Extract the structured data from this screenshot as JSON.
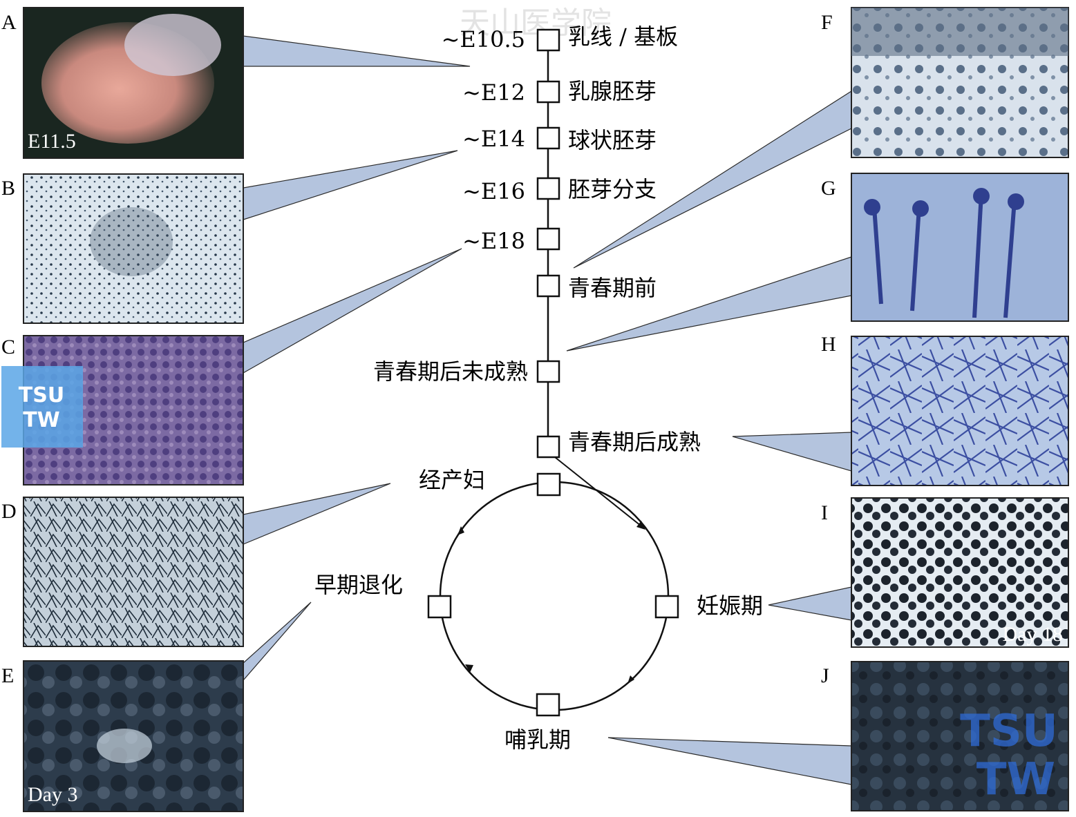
{
  "watermark": "天山医学院",
  "panels": {
    "A": {
      "letter": "A",
      "inset": "E11.5"
    },
    "B": {
      "letter": "B"
    },
    "C": {
      "letter": "C"
    },
    "D": {
      "letter": "D"
    },
    "E": {
      "letter": "E",
      "inset": "Day 3"
    },
    "F": {
      "letter": "F"
    },
    "G": {
      "letter": "G"
    },
    "H": {
      "letter": "H"
    },
    "I": {
      "letter": "I",
      "inset": "Day 18"
    },
    "J": {
      "letter": "J"
    }
  },
  "timeline": [
    {
      "time": "~E10.5",
      "stage": "乳线 / 基板"
    },
    {
      "time": "~E12",
      "stage": "乳腺胚芽"
    },
    {
      "time": "~E14",
      "stage": "球状胚芽"
    },
    {
      "time": "~E16",
      "stage": "胚芽分支"
    },
    {
      "time": "~E18",
      "stage": ""
    },
    {
      "time": "",
      "stage": "青春期前"
    },
    {
      "time": "",
      "stage": "青春期后未成熟"
    },
    {
      "time": "",
      "stage": "青春期后成熟"
    }
  ],
  "cycle": {
    "parous": "经产妇",
    "pregnancy": "妊娠期",
    "lactation": "哺乳期",
    "involution": "早期退化"
  },
  "logo": {
    "line1": "TSU",
    "line2": "TW"
  },
  "colors": {
    "callout": "#b4c4de",
    "callout_stroke": "#2a2a2a",
    "box": "#ffffff"
  }
}
